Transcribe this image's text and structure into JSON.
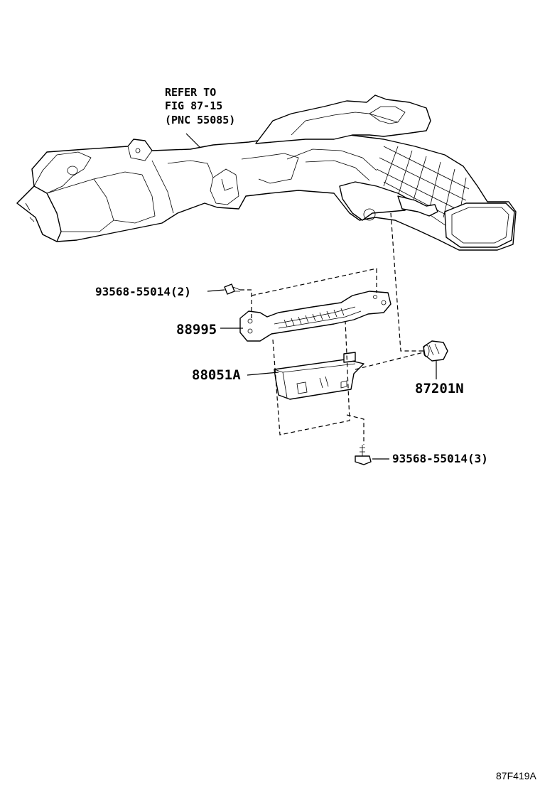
{
  "refer_note": {
    "line1": "REFER TO",
    "line2": "FIG 87-15",
    "line3": "(PNC 55085)"
  },
  "callouts": {
    "screw_top": "93568-55014(2)",
    "bracket": "88995",
    "module": "88051A",
    "connector": "87201N",
    "screw_bottom": "93568-55014(3)"
  },
  "figure_id": "87F419A"
}
